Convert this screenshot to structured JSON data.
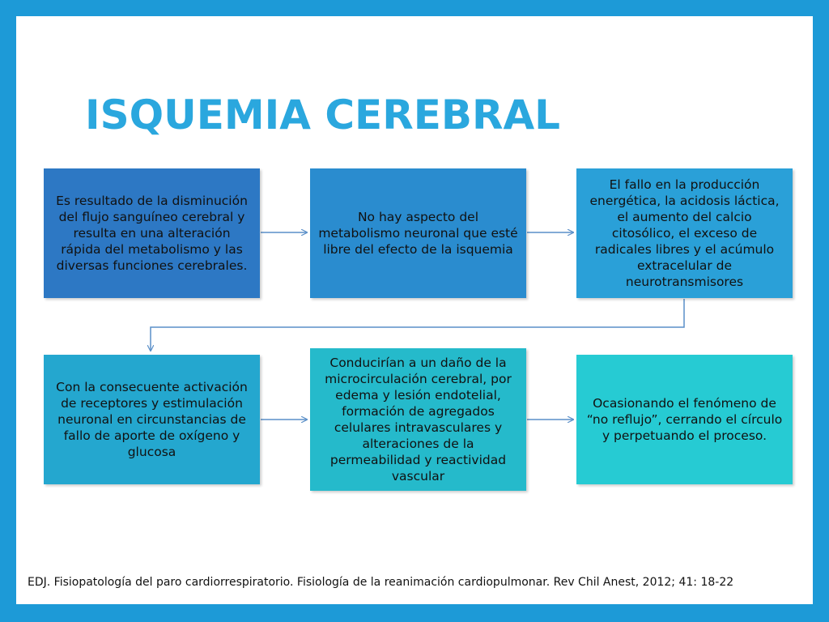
{
  "title": "ISQUEMIA CEREBRAL",
  "boxes": [
    "Es resultado de la disminución del flujo sanguíneo cerebral y  resulta en una alteración rápida del metabolismo y las diversas funciones cerebrales.",
    "No hay aspecto del metabolismo neuronal que esté libre del efecto de la isquemia",
    "El fallo en la producción energética, la acidosis láctica, el aumento del calcio citosólico, el exceso de radicales libres y el acúmulo extracelular de neurotransmisores",
    "Con la consecuente activación de receptores y estimulación neuronal en circunstancias de fallo de aporte de oxígeno y glucosa",
    "Conducirían a un daño de la microcirculación cerebral, por edema y lesión endotelial, formación de agregados celulares intravasculares y alteraciones de la permeabilidad y reactividad vascular",
    "Ocasionando el fenómeno de “no reflujo”, cerrando el círculo y perpetuando el proceso."
  ],
  "reference": "EDJ. Fisiopatología del paro cardiorrespiratorio. Fisiología de la reanimación cardiopulmonar. Rev Chil Anest, 2012; 41: 18-22",
  "colors": {
    "frame": "#1d9ad7",
    "title": "#2aa7de",
    "box_1": "#2d78c4",
    "box_2": "#2a8ccf",
    "box_3": "#2aa0d8",
    "box_4": "#24a7cf",
    "box_5": "#25bacb",
    "box_6": "#26cbd3",
    "arrow": "#5a8fc8"
  }
}
